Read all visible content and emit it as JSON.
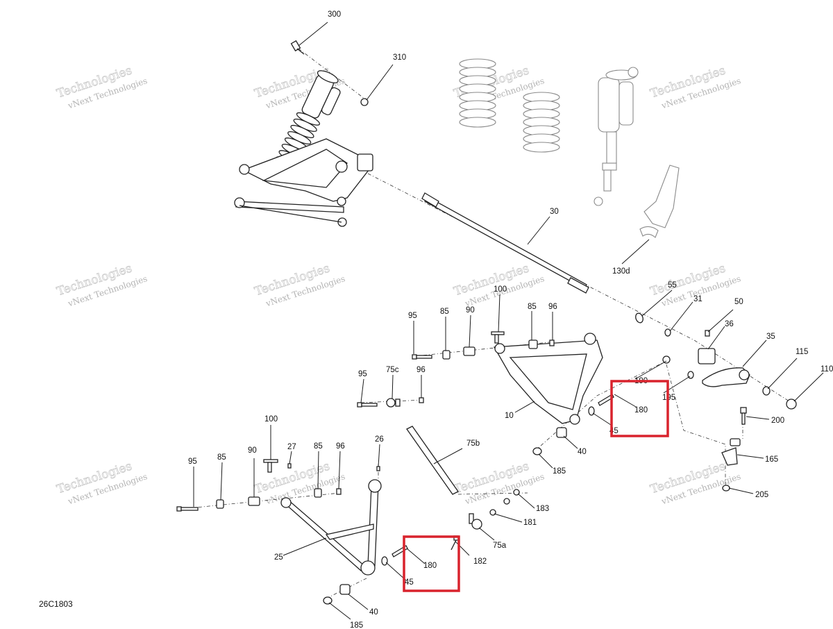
{
  "diagram": {
    "code": "26C1803",
    "watermark": {
      "line1": "vNext Technologies",
      "line2": "Technologies"
    },
    "highlight_color": "#d9232d",
    "callouts": [
      {
        "id": "c300",
        "label": "300"
      },
      {
        "id": "c310",
        "label": "310"
      },
      {
        "id": "c30",
        "label": "30"
      },
      {
        "id": "c130d",
        "label": "130d"
      },
      {
        "id": "c55",
        "label": "55"
      },
      {
        "id": "c31",
        "label": "31"
      },
      {
        "id": "c50",
        "label": "50"
      },
      {
        "id": "c36",
        "label": "36"
      },
      {
        "id": "c35",
        "label": "35"
      },
      {
        "id": "c115",
        "label": "115"
      },
      {
        "id": "c110",
        "label": "110"
      },
      {
        "id": "c190",
        "label": "190"
      },
      {
        "id": "c195",
        "label": "195"
      },
      {
        "id": "c200",
        "label": "200"
      },
      {
        "id": "c165",
        "label": "165"
      },
      {
        "id": "c205",
        "label": "205"
      },
      {
        "id": "c180a",
        "label": "180"
      },
      {
        "id": "c45a",
        "label": "45"
      },
      {
        "id": "c40a",
        "label": "40"
      },
      {
        "id": "c185a",
        "label": "185"
      },
      {
        "id": "c10",
        "label": "10"
      },
      {
        "id": "c95a",
        "label": "95"
      },
      {
        "id": "c85a",
        "label": "85"
      },
      {
        "id": "c90a",
        "label": "90"
      },
      {
        "id": "c100a",
        "label": "100"
      },
      {
        "id": "c85b",
        "label": "85"
      },
      {
        "id": "c96a",
        "label": "96"
      },
      {
        "id": "c95b",
        "label": "95"
      },
      {
        "id": "c75c",
        "label": "75c"
      },
      {
        "id": "c96b",
        "label": "96"
      },
      {
        "id": "c75b",
        "label": "75b"
      },
      {
        "id": "c183",
        "label": "183"
      },
      {
        "id": "c181",
        "label": "181"
      },
      {
        "id": "c75a",
        "label": "75a"
      },
      {
        "id": "c182",
        "label": "182"
      },
      {
        "id": "c180b",
        "label": "180"
      },
      {
        "id": "c45b",
        "label": "45"
      },
      {
        "id": "c40b",
        "label": "40"
      },
      {
        "id": "c185b",
        "label": "185"
      },
      {
        "id": "c25",
        "label": "25"
      },
      {
        "id": "c26",
        "label": "26"
      },
      {
        "id": "c100b",
        "label": "100"
      },
      {
        "id": "c27",
        "label": "27"
      },
      {
        "id": "c85c",
        "label": "85"
      },
      {
        "id": "c96c",
        "label": "96"
      },
      {
        "id": "c95c",
        "label": "95"
      },
      {
        "id": "c85d",
        "label": "85"
      },
      {
        "id": "c90b",
        "label": "90"
      }
    ]
  }
}
